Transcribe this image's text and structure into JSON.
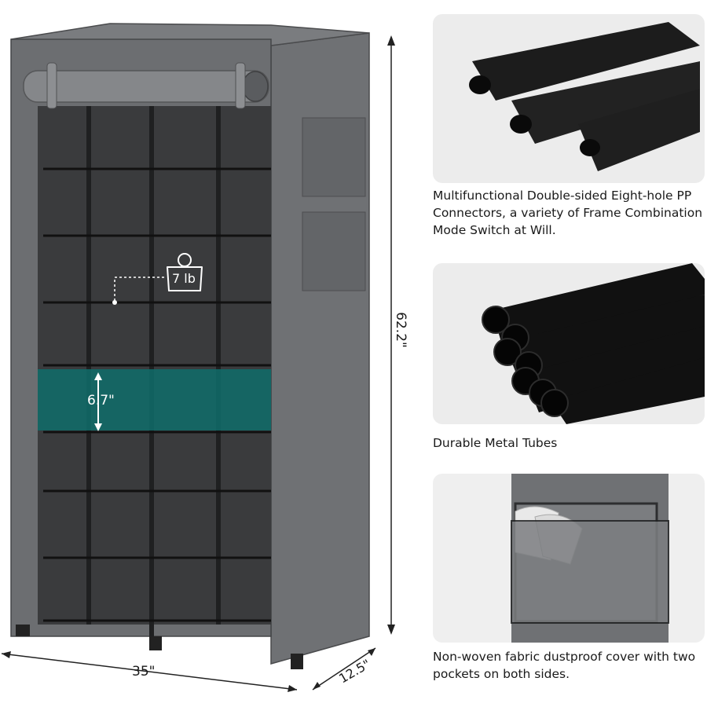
{
  "product": {
    "dimensions": {
      "width_label": "35\"",
      "depth_label": "12.5\"",
      "height_label": "62.2\"",
      "shelf_gap_label": "6.7\"",
      "load_label": "7 lb"
    }
  },
  "features": [
    {
      "icon": "connector-image",
      "caption": "Multifunctional Double-sided Eight-hole PP Connectors, a variety of Frame Combination Mode Switch at Will."
    },
    {
      "icon": "metal-tubes-image",
      "caption": "Durable Metal Tubes"
    },
    {
      "icon": "fabric-cover-image",
      "caption": "Non-woven fabric dustproof cover with two pockets on both sides."
    }
  ],
  "colors": {
    "cover_gray": "#6b6d70",
    "interior_dark": "#3a3b3d",
    "teal_highlight": "#0f6d6a"
  }
}
